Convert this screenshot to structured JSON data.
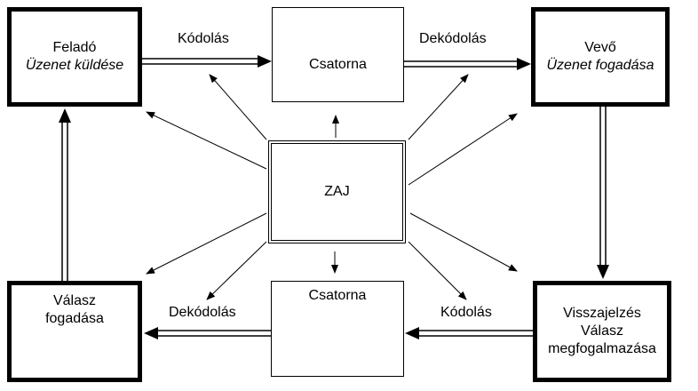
{
  "nodes": {
    "sender": {
      "line1": "Feladó",
      "line2": "Üzenet küldése"
    },
    "receiver": {
      "line1": "Vevő",
      "line2": "Üzenet fogadása"
    },
    "channel_top": {
      "label": "Csatorna"
    },
    "channel_bottom": {
      "label": "Csatorna"
    },
    "noise": {
      "label": "ZAJ"
    },
    "feedback": {
      "line1": "Visszajelzés",
      "line2": "Válasz",
      "line3": "megfogalmazása"
    },
    "reply": {
      "line1": "Válasz",
      "line2": "fogadása"
    }
  },
  "edge_labels": {
    "encode_top": "Kódolás",
    "decode_top": "Dekódolás",
    "encode_bottom": "Kódolás",
    "decode_bottom": "Dekódolás"
  }
}
